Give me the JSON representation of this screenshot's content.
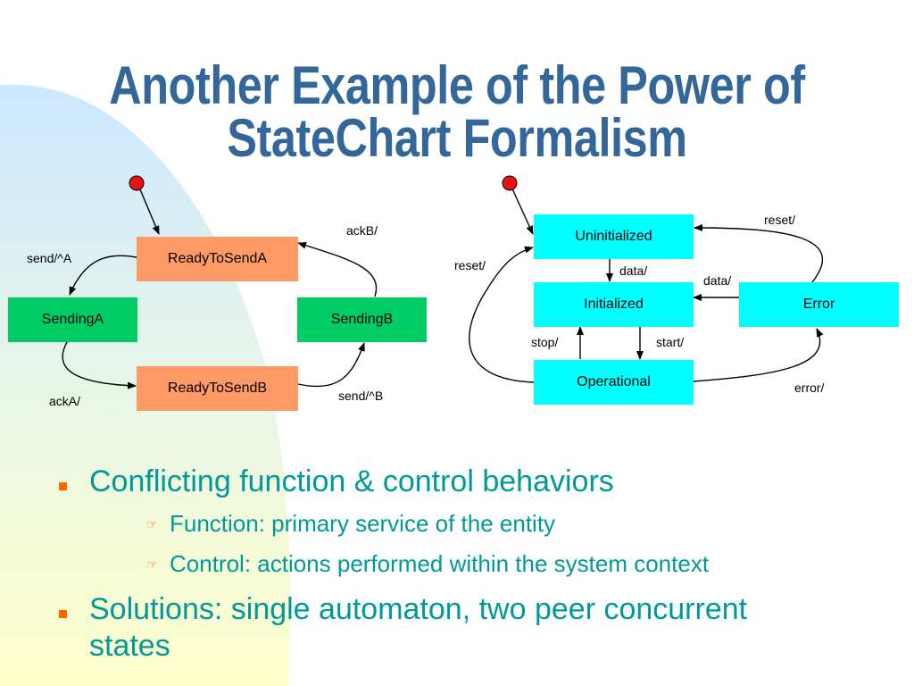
{
  "slide": {
    "title_line1": "Another Example of the Power of",
    "title_line2": "StateChart Formalism",
    "bullets": [
      "Conflicting function & control behaviors",
      "Function: primary service of the entity",
      "Control: actions performed within the system context",
      "Solutions: single automaton, two peer concurrent",
      "states"
    ],
    "bullet_marker_color": "#ff6600",
    "text_color": "#009999",
    "title_color": "#336699"
  },
  "left_diagram": {
    "states": {
      "ready_a": "ReadyToSendA",
      "sending_a": "SendingA",
      "sending_b": "SendingB",
      "ready_b": "ReadyToSendB"
    },
    "transitions": {
      "send_a": "send/^A",
      "ack_b": "ackB/",
      "ack_a": "ackA/",
      "send_b": "send/^B"
    }
  },
  "right_diagram": {
    "states": {
      "uninitialized": "Uninitialized",
      "initialized": "Initialized",
      "operational": "Operational",
      "error": "Error"
    },
    "transitions": {
      "reset_left": "reset/",
      "reset_top": "reset/",
      "data_down": "data/",
      "data_error": "data/",
      "stop": "stop/",
      "start": "start/",
      "error": "error/"
    }
  }
}
